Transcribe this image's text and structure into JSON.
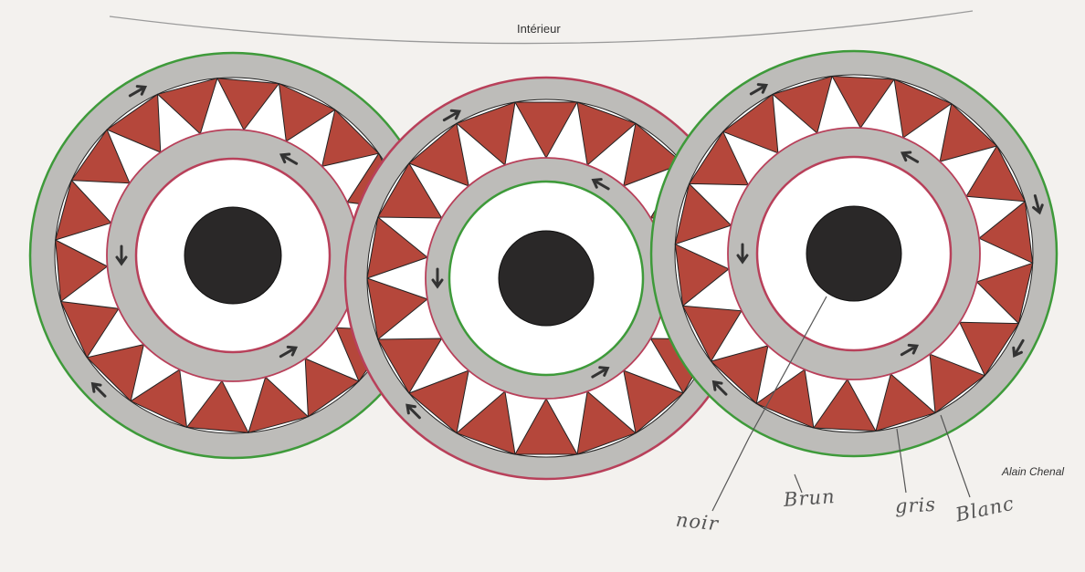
{
  "title": "Intérieur",
  "author": "Alain Chenal",
  "legend": {
    "noir": "noir",
    "brun": "Brun",
    "gris": "gris",
    "blanc": "Blanc"
  },
  "medallions": [
    {
      "id": "left",
      "teeth": 18,
      "ring_color": "#3e9a3a"
    },
    {
      "id": "center",
      "teeth": 18,
      "ring_color": "#b8405a"
    },
    {
      "id": "right",
      "teeth": 18,
      "ring_color": "#3e9a3a"
    }
  ],
  "colors": {
    "paper": "#f3f1ee",
    "brun": "#b5473b",
    "gris": "#bdbcb9",
    "noir": "#2a2828",
    "blanc": "#ffffff",
    "green_outline": "#3e9a3a",
    "pink_outline": "#b8405a",
    "arrow": "#333333"
  }
}
